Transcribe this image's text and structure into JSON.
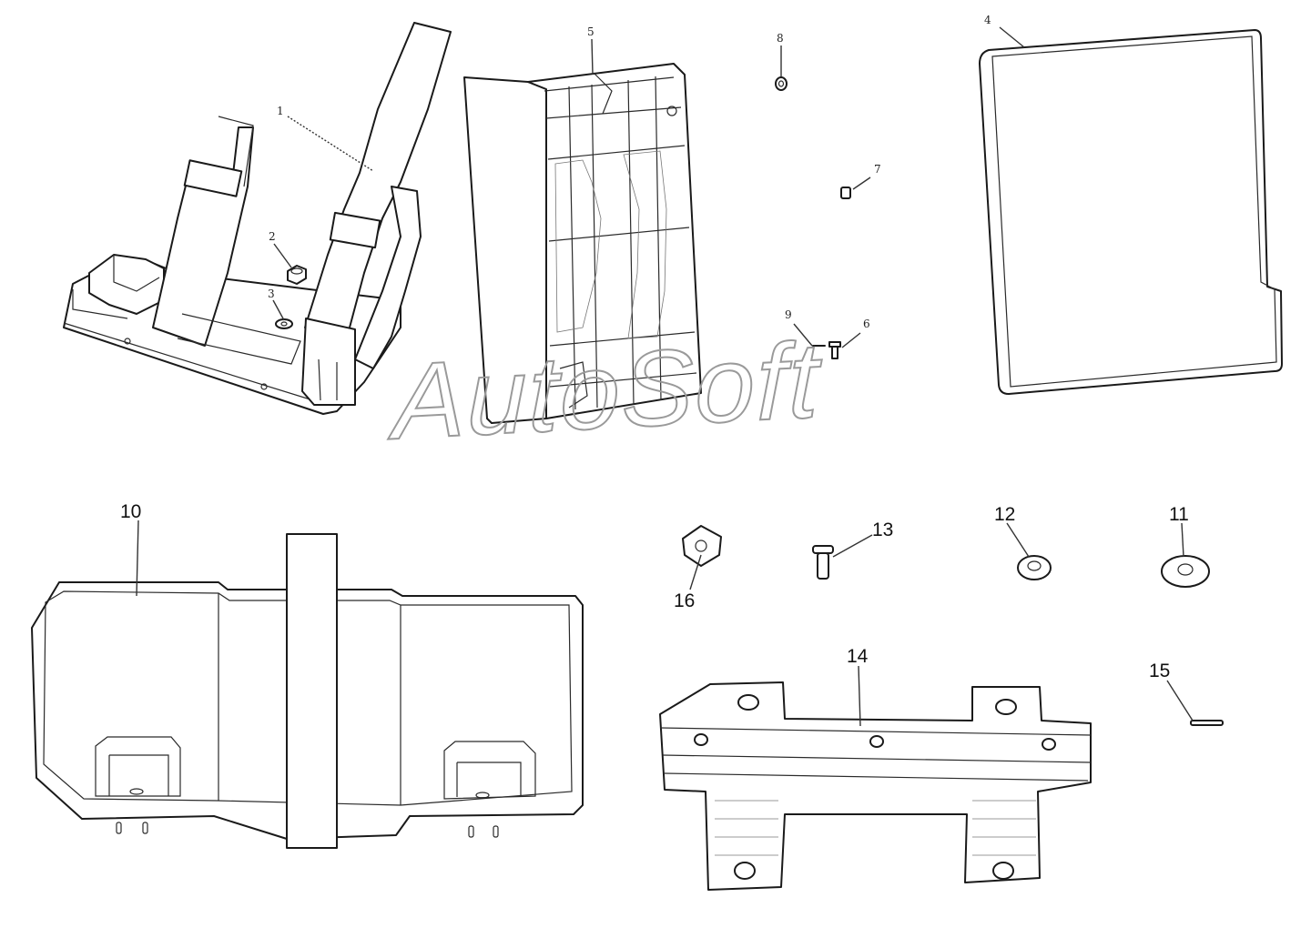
{
  "diagram": {
    "watermark": "AutoSoft",
    "callouts": [
      {
        "id": "c1",
        "label": "1"
      },
      {
        "id": "c2",
        "label": "2"
      },
      {
        "id": "c3",
        "label": "3"
      },
      {
        "id": "c4",
        "label": "4"
      },
      {
        "id": "c5",
        "label": "5"
      },
      {
        "id": "c6",
        "label": "6"
      },
      {
        "id": "c7",
        "label": "7"
      },
      {
        "id": "c8",
        "label": "8"
      },
      {
        "id": "c9",
        "label": "9"
      },
      {
        "id": "c10",
        "label": "10"
      },
      {
        "id": "c11",
        "label": "11"
      },
      {
        "id": "c12",
        "label": "12"
      },
      {
        "id": "c13",
        "label": "13"
      },
      {
        "id": "c14",
        "label": "14"
      },
      {
        "id": "c15",
        "label": "15"
      },
      {
        "id": "c16",
        "label": "16"
      }
    ]
  }
}
